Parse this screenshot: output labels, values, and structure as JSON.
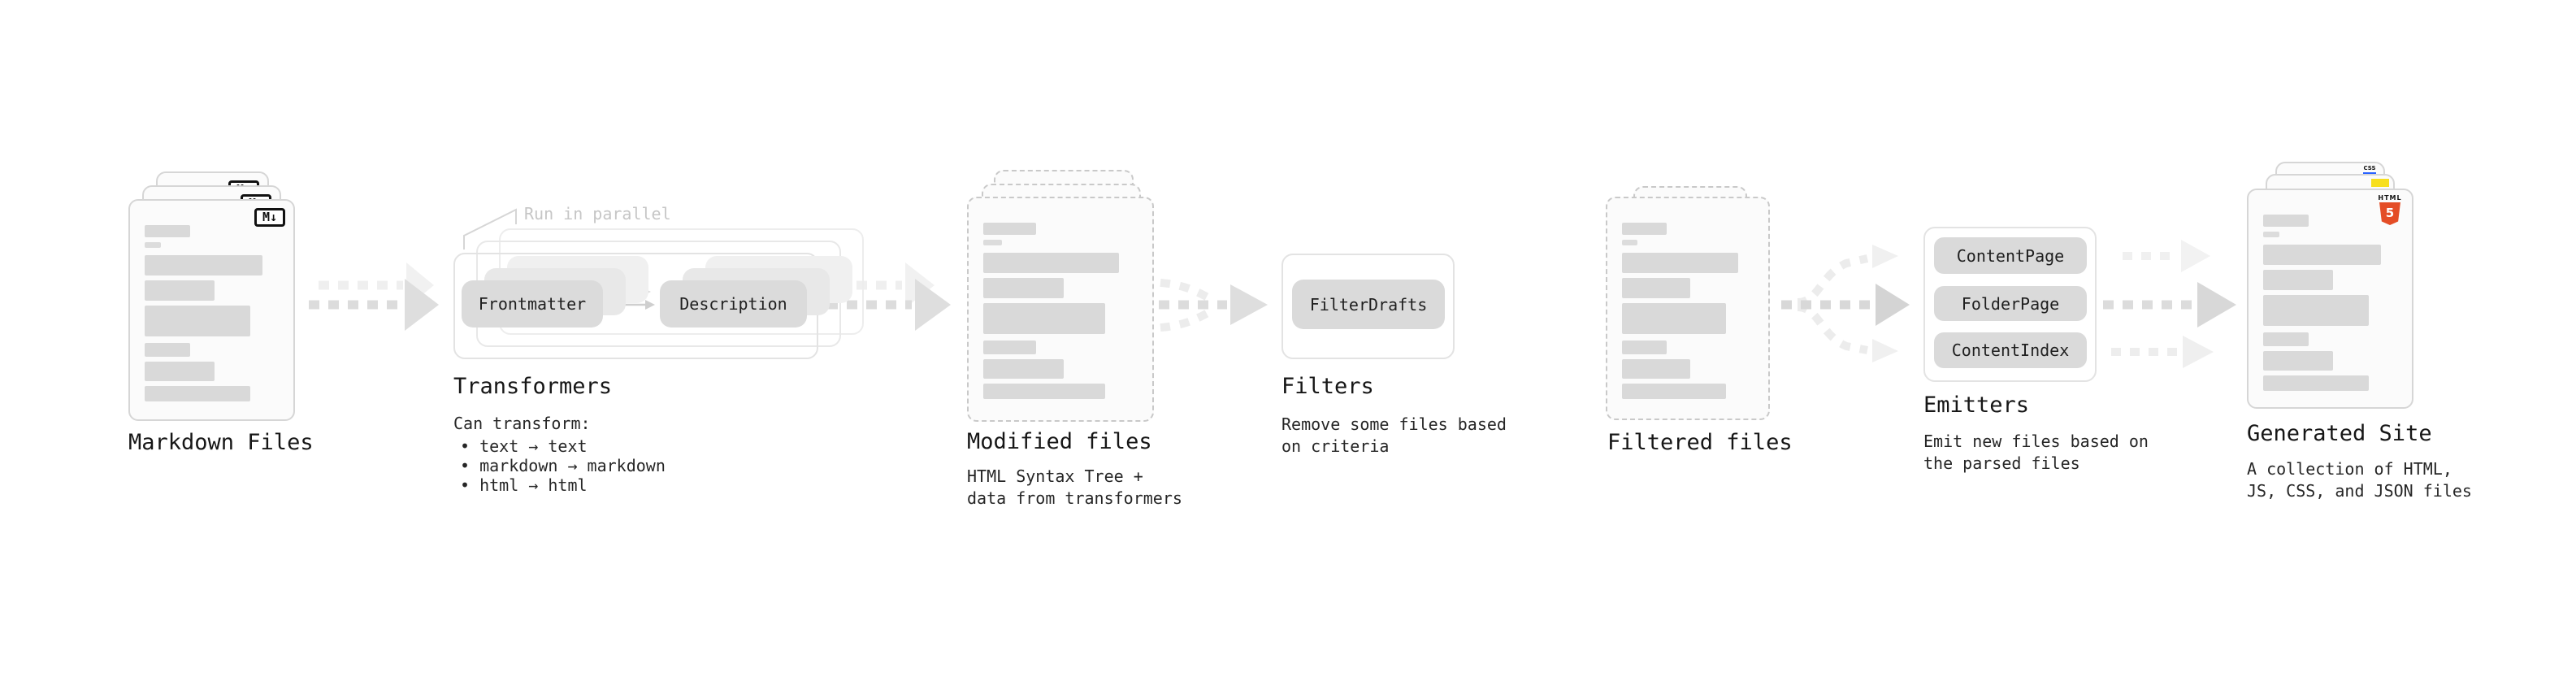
{
  "markdown_files": {
    "label": "Markdown Files",
    "badge": "M↓"
  },
  "transformers": {
    "label": "Transformers",
    "annotation": "Run in parallel",
    "frontmatter": "Frontmatter",
    "description": "Description",
    "can_transform": "Can transform:",
    "bullets": [
      "• text → text",
      "• markdown → markdown",
      "• html → html"
    ]
  },
  "modified_files": {
    "label": "Modified files",
    "desc1": "HTML Syntax Tree +",
    "desc2": "data from transformers"
  },
  "filters": {
    "label": "Filters",
    "filter_drafts": "FilterDrafts",
    "desc1": "Remove some files based",
    "desc2": "on criteria"
  },
  "filtered_files": {
    "label": "Filtered files"
  },
  "emitters": {
    "label": "Emitters",
    "content_page": "ContentPage",
    "folder_page": "FolderPage",
    "content_index": "ContentIndex",
    "desc1": "Emit new files based on",
    "desc2": "the parsed files"
  },
  "generated_site": {
    "label": "Generated Site",
    "desc1": "A collection of HTML,",
    "desc2": "JS, CSS, and JSON files",
    "html_badge": "HTML",
    "html_badge_number": "5",
    "css_badge": "CSS"
  },
  "colors": {
    "bar_gray": "#d9d9d9",
    "arrow_gray": "#dcdcdc",
    "html5_orange": "#e44d26",
    "js_yellow": "#f7df1e",
    "css_blue": "#2962ff"
  }
}
